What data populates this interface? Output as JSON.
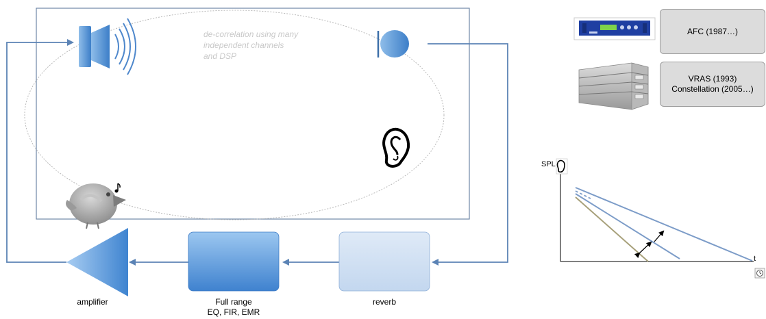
{
  "annotation": {
    "line1": "de-correlation using many",
    "line2": "independent channels",
    "line3": "and DSP"
  },
  "blocks": {
    "amplifier": "amplifier",
    "fullrange_line1": "Full range",
    "fullrange_line2": "EQ, FIR, EMR",
    "reverb": "reverb"
  },
  "products": [
    {
      "line1": "AFC (1987…)",
      "line2": ""
    },
    {
      "line1": "VRAS (1993)",
      "line2": "Constellation (2005…)"
    }
  ],
  "decay_graph": {
    "ylabel": "SPL",
    "xlabel": "t"
  },
  "colors": {
    "frame": "#6f87a6",
    "arrow": "#5b83b5",
    "block_blue": "#4f8fd6",
    "block_light": "#cfe0f4",
    "product_box": "#dcdcdc",
    "decay_line": "#7c9cc8",
    "decay_olive": "#a7a07a"
  },
  "icons": {
    "speaker": "speaker-icon",
    "microphone": "microphone-icon",
    "bird": "bird-icon",
    "ear": "ear-icon",
    "clock": "clock-icon"
  }
}
